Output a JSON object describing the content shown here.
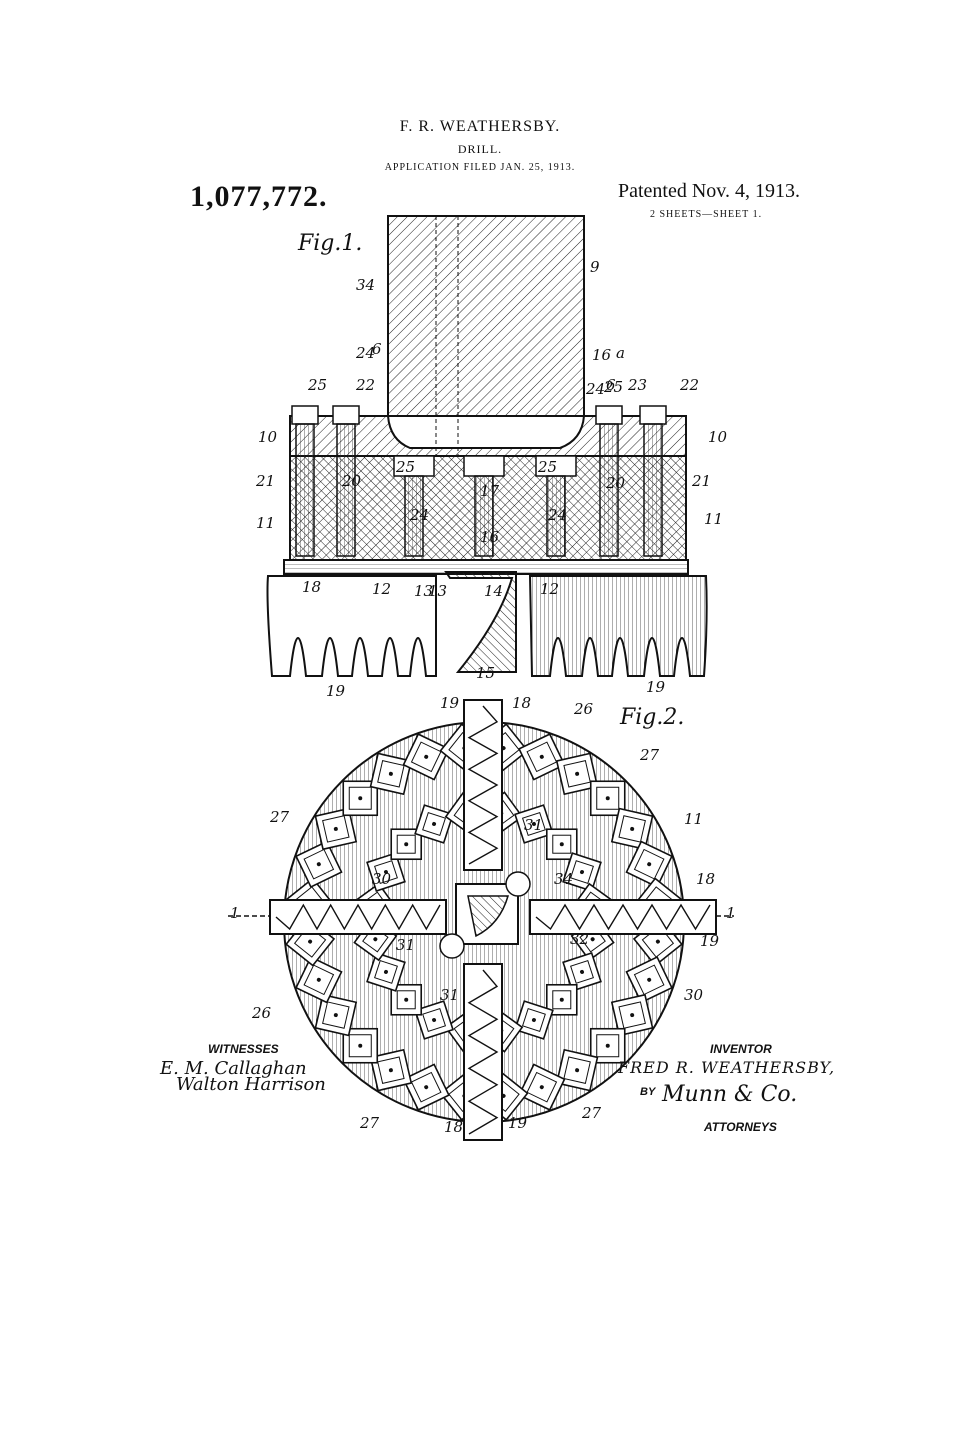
{
  "header": {
    "inventor_name": "F. R. WEATHERSBY.",
    "title": "DRILL.",
    "application_filed": "APPLICATION FILED JAN. 25, 1913.",
    "patent_number": "1,077,772.",
    "patented_date": "Patented Nov. 4, 1913.",
    "sheet_info": "2 SHEETS—SHEET 1."
  },
  "figures": {
    "fig1_label": "Fig.1.",
    "fig2_label": "Fig.2.",
    "fig1_numerals": [
      "34",
      "9",
      "24",
      "6",
      "16",
      "a",
      "24",
      "6",
      "25",
      "22",
      "25",
      "23",
      "22",
      "10",
      "10",
      "21",
      "21",
      "20",
      "20",
      "11",
      "11",
      "25",
      "17",
      "25",
      "24",
      "24",
      "16",
      "18",
      "12",
      "13",
      "14",
      "12",
      "13",
      "19",
      "15",
      "19"
    ],
    "fig2_numerals": [
      "19",
      "18",
      "26",
      "27",
      "27",
      "11",
      "31",
      "31",
      "34",
      "18",
      "30",
      "1",
      "1",
      "19",
      "32",
      "26",
      "31",
      "30",
      "27",
      "18",
      "19",
      "27"
    ]
  },
  "signatures": {
    "witnesses_label": "WITNESSES",
    "witness_1": "E. M. Callaghan",
    "witness_2": "Walton Harrison",
    "inventor_label": "INVENTOR",
    "inventor_signature": "FRED R. WEATHERSBY,",
    "by_label": "BY",
    "attorney_signature": "Munn & Co.",
    "attorneys_label": "ATTORNEYS"
  }
}
